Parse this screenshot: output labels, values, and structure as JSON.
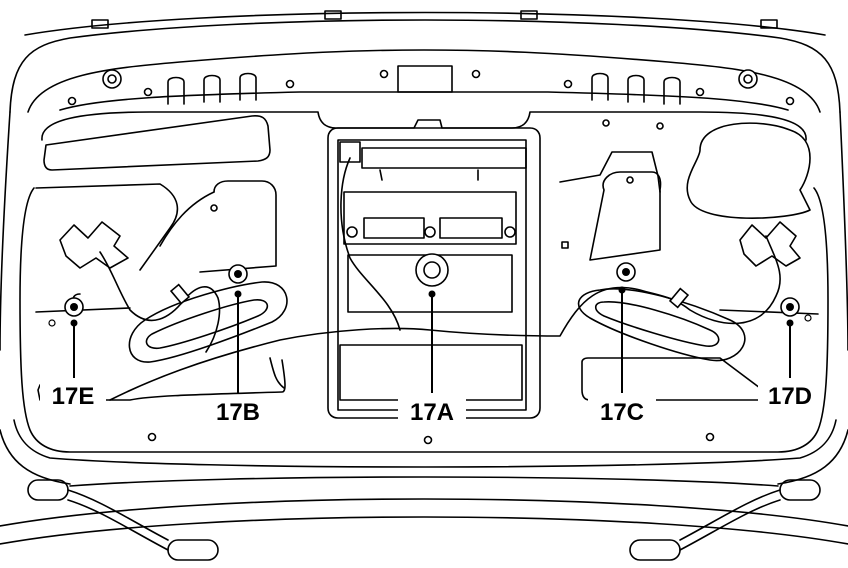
{
  "callouts": [
    {
      "id": "17A",
      "label": "17A"
    },
    {
      "id": "17B",
      "label": "17B"
    },
    {
      "id": "17C",
      "label": "17C"
    },
    {
      "id": "17D",
      "label": "17D"
    },
    {
      "id": "17E",
      "label": "17E"
    }
  ],
  "colors": {
    "line": "#000000",
    "background": "#ffffff"
  }
}
